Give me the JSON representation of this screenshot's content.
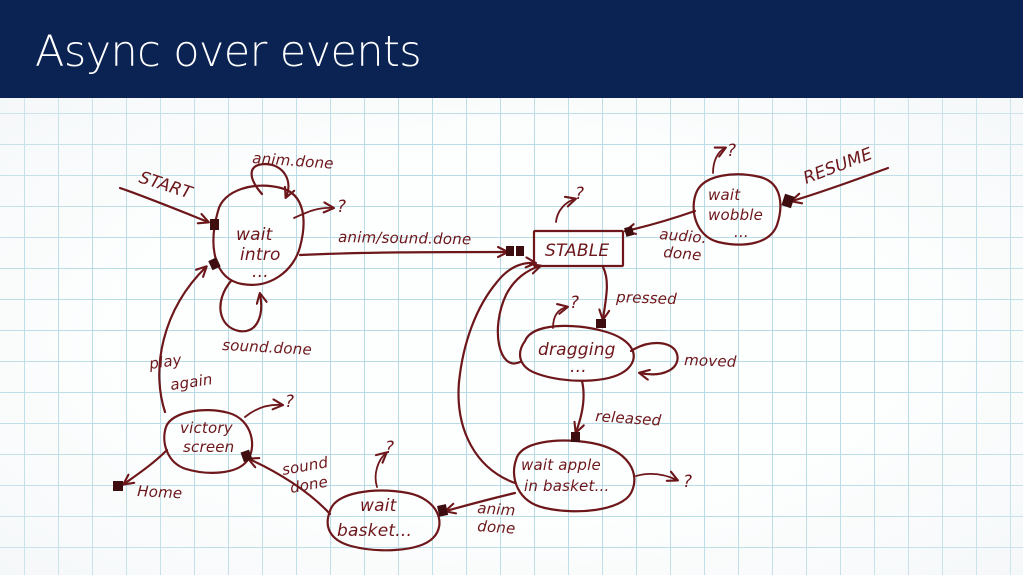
{
  "slide": {
    "title": "Async over events"
  },
  "diagram": {
    "states": {
      "wait_intro": {
        "line1": "wait",
        "line2": "intro",
        "line3": "..."
      },
      "stable": {
        "label": "STABLE"
      },
      "wait_wobble": {
        "line1": "wait",
        "line2": "wobble",
        "line3": "..."
      },
      "dragging": {
        "line1": "dragging",
        "line2": "..."
      },
      "wait_apple": {
        "line1": "wait apple",
        "line2": "in basket..."
      },
      "wait_basket": {
        "line1": "wait",
        "line2": "basket..."
      },
      "victory": {
        "line1": "victory",
        "line2": "screen"
      }
    },
    "labels": {
      "start": "START",
      "resume": "RESUME",
      "home": "Home",
      "anim_done": "anim.done",
      "sound_done_intro": "sound.done",
      "anim_sound_done": "anim/sound.done",
      "audio_done_1": "audio.",
      "audio_done_2": "done",
      "pressed": "pressed",
      "moved": "moved",
      "released": "released",
      "anim_done_basket_1": "anim",
      "anim_done_basket_2": "done",
      "sound_done_victory_1": "sound",
      "sound_done_victory_2": "done",
      "play_again_1": "play",
      "play_again_2": "again",
      "unknown": "?"
    },
    "colors": {
      "ink": "#6d171b",
      "title_bar": "#0b2353",
      "grid": "#b8dbe6"
    }
  }
}
